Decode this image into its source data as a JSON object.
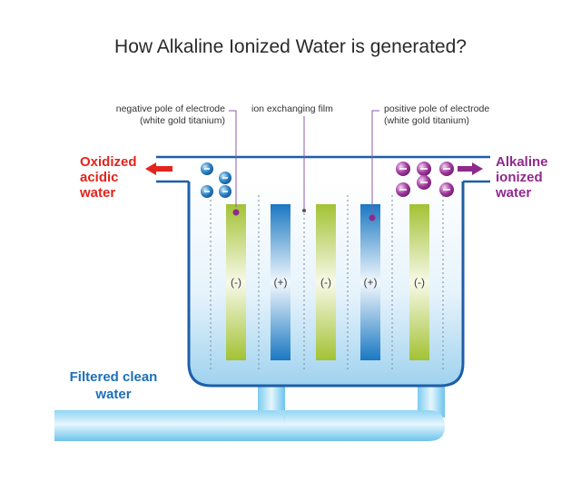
{
  "title": "How Alkaline Ionized Water is generated?",
  "callouts": {
    "negative_pole": [
      "negative pole of electrode",
      "(white gold titanium)"
    ],
    "ion_film": "ion exchanging film",
    "positive_pole": [
      "positive pole of electrode",
      "(white gold titanium)"
    ]
  },
  "outputs": {
    "acidic": [
      "Oxidized",
      "acidic",
      "water"
    ],
    "alkaline": [
      "Alkaline",
      "ionized",
      "water"
    ]
  },
  "inlet": [
    "Filtered clean",
    "water"
  ],
  "electrodes": [
    {
      "sign": "(-)",
      "polarity": "negative"
    },
    {
      "sign": "(+)",
      "polarity": "positive"
    },
    {
      "sign": "(-)",
      "polarity": "negative"
    },
    {
      "sign": "(+)",
      "polarity": "positive"
    },
    {
      "sign": "(-)",
      "polarity": "negative"
    }
  ],
  "ions": {
    "negative_symbol": "−",
    "positive_symbol": "−"
  },
  "colors": {
    "acid_red": "#e3241c",
    "alkaline_purple": "#8f2a8d",
    "water_blue": "#1d6fb8",
    "green_electrode": "#a6c336",
    "blue_electrode": "#1b7cc3"
  }
}
